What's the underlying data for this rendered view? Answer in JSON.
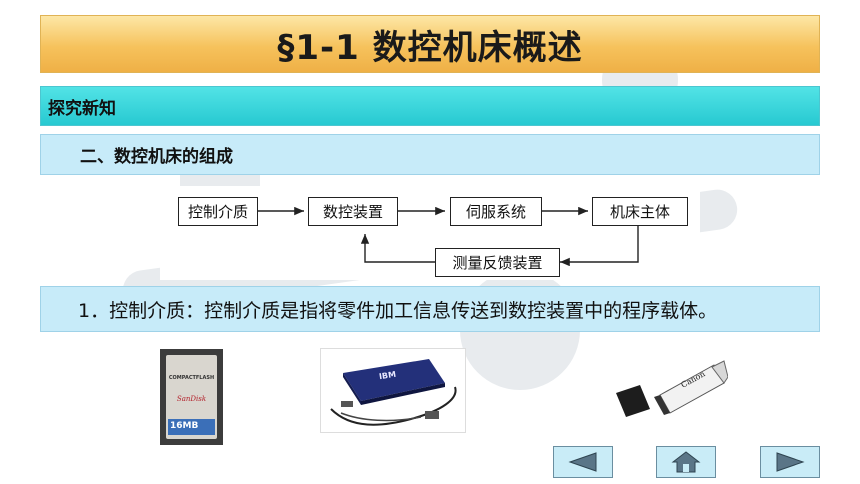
{
  "header": {
    "title": "§1-1  数控机床概述"
  },
  "subheader": {
    "label": "探究新知"
  },
  "section": {
    "title": "二、数控机床的组成"
  },
  "flowchart": {
    "nodes": {
      "control_medium": "控制介质",
      "nc_device": "数控装置",
      "servo_system": "伺服系统",
      "machine_body": "机床主体",
      "feedback_device": "测量反馈装置"
    }
  },
  "info": {
    "text": "1．控制介质：控制介质是指将零件加工信息传送到数控装置中的程序载体。"
  },
  "images": {
    "cf_card": {
      "brand_line1": "COMPACTFLASH",
      "brand_line2": "SanDisk",
      "capacity": "16MB"
    },
    "hard_drive": {
      "label": "IBM"
    },
    "usb_drive": {
      "label": "Canon"
    }
  },
  "navigation": {
    "prev": "left-arrow-icon",
    "home": "home-icon",
    "next": "right-arrow-icon"
  },
  "colors": {
    "title_bar": "#f6c25c",
    "sub_bar": "#2fcfd6",
    "panel": "#c7ebf9",
    "nav_arrow": "#5a7587"
  }
}
